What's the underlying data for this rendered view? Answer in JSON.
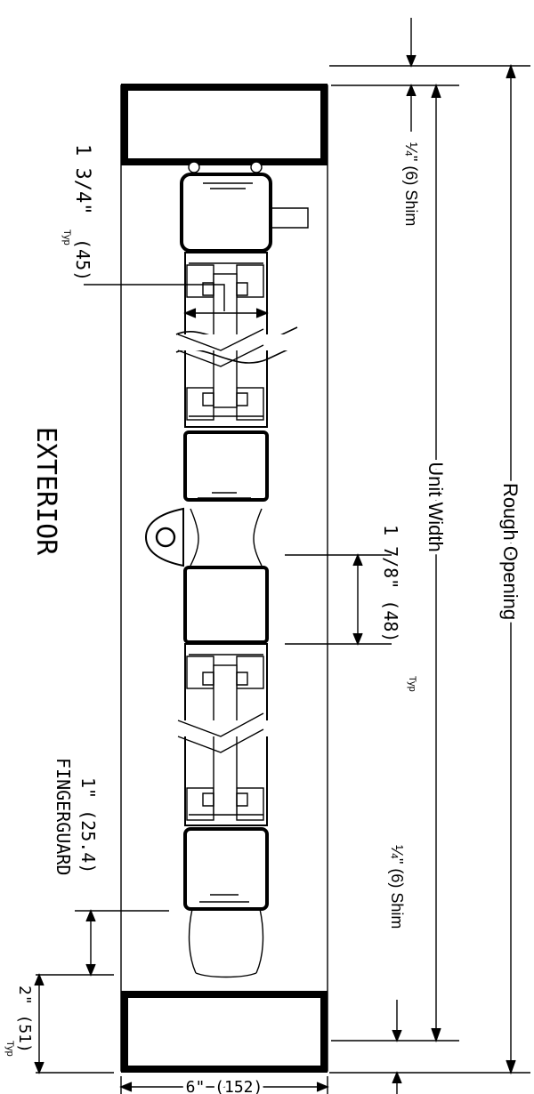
{
  "labels": {
    "exterior": "EXTERIOR",
    "rough_opening": "Rough Opening",
    "unit_width": "Unit Width",
    "shim_top": "¼\" (6) Shim",
    "shim_bottom": "¼\" (6) Shim",
    "depth_dim": "1 3/4\"",
    "depth_dim_metric": "(45)",
    "depth_typ": "Typ",
    "stile_dim": "1 7/8\" (48)",
    "stile_typ": "Typ",
    "fingerguard_dim": "1\" (25.4)",
    "fingerguard": "FINGERGUARD",
    "jamb_dim": "2\" (51)",
    "jamb_typ": "Typ",
    "wall_dim": "6\" (152)"
  }
}
